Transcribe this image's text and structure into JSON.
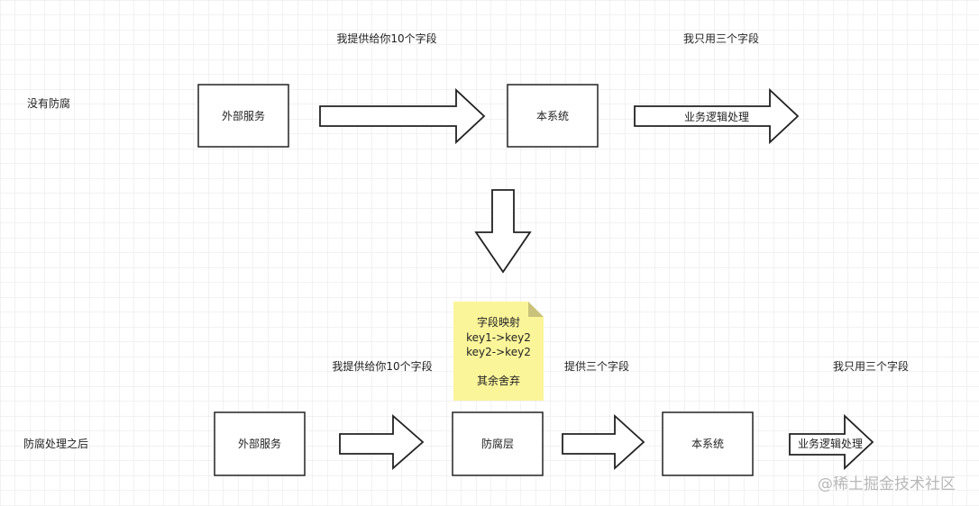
{
  "section_before": {
    "label": "没有防腐",
    "external_service": "外部服务",
    "provide_label": "我提供给你10个字段",
    "this_system": "本系统",
    "use_label": "我只用三个字段",
    "business_logic": "业务逻辑处理"
  },
  "section_after": {
    "label": "防腐处理之后",
    "external_service": "外部服务",
    "provide_label": "我提供给你10个字段",
    "anticorruption_layer": "防腐层",
    "provide_three_label": "提供三个字段",
    "this_system": "本系统",
    "use_label": "我只用三个字段",
    "business_logic": "业务逻辑处理"
  },
  "note": {
    "lines": [
      "字段映射",
      "key1->key2",
      "key2->key2",
      "",
      "其余舍弃"
    ],
    "color": "#fbf59a"
  },
  "watermark": "@稀土掘金技术社区"
}
